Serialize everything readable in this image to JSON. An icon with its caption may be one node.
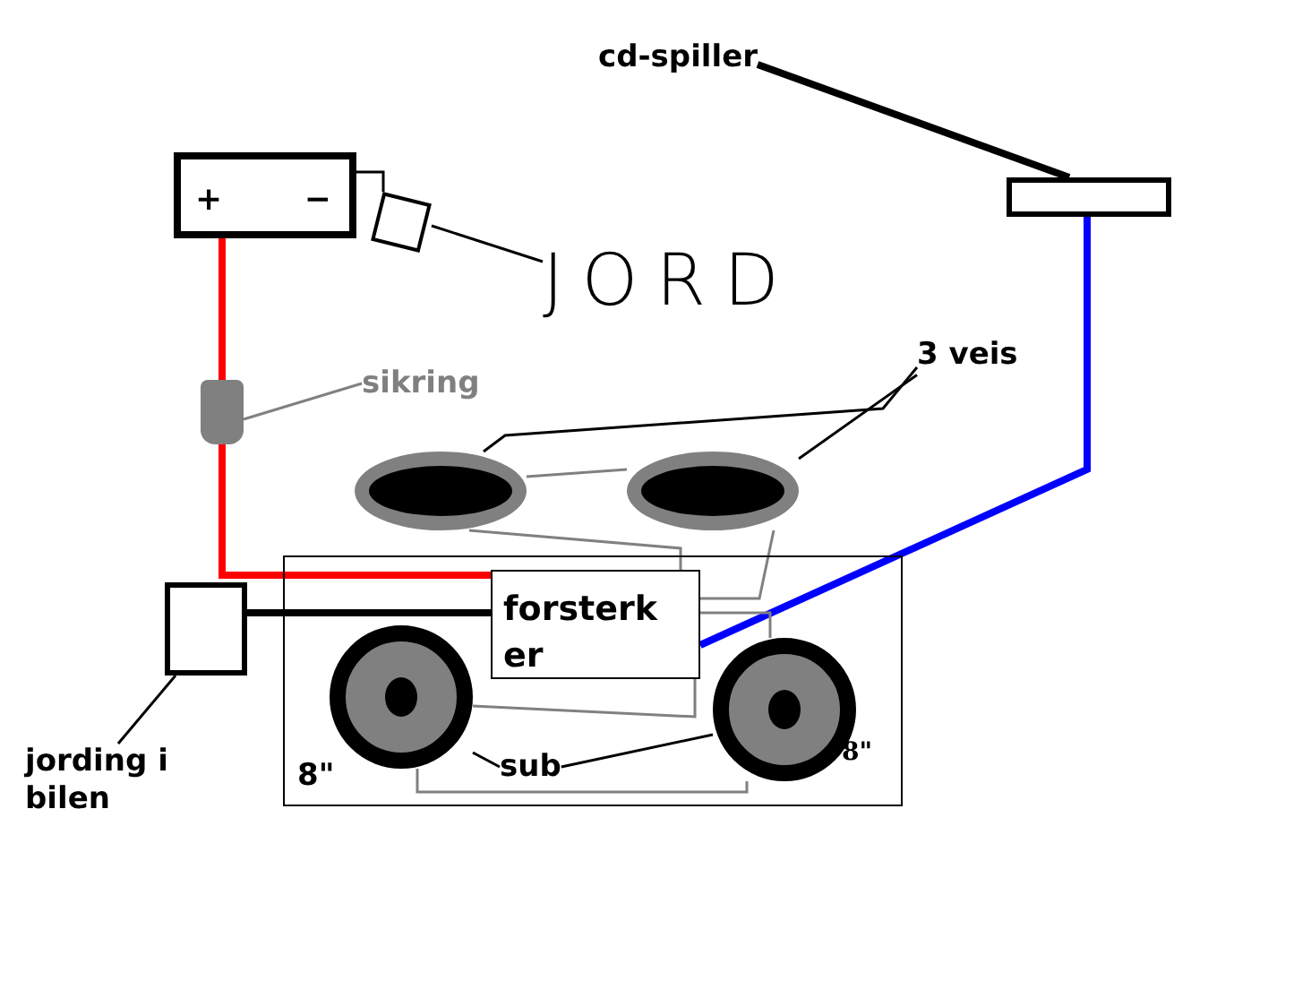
{
  "diagram": {
    "nodes": [
      {
        "text": [
          "+",
          "−"
        ]
      },
      {
        "text": [],
        "shape": "box"
      },
      {
        "text": [
          "JORD"
        ]
      },
      {
        "text": [],
        "shape": "cylinder"
      },
      {
        "text": [
          "sikring"
        ]
      },
      {
        "text": [
          "cd-spiller"
        ]
      },
      {
        "text": [],
        "shape": "box"
      },
      {
        "text": [
          "3 veis"
        ]
      },
      {
        "text": [],
        "shape": "ellipse"
      },
      {
        "text": [],
        "shape": "ellipse"
      },
      {
        "text": [],
        "shape": "box"
      },
      {
        "text": [
          "forsterker"
        ],
        "in": 10
      },
      {
        "text": [],
        "shape": "circle",
        "in": 10
      },
      {
        "text": [],
        "shape": "circle",
        "in": 10
      },
      {
        "text": [
          "sub"
        ],
        "in": 10
      },
      {
        "text": [],
        "shape": "box"
      },
      {
        "text": [
          "jording i bilen"
        ]
      }
    ],
    "edges": [
      {
        "from": 0,
        "to": 3,
        "arrow": "none",
        "style": "thick",
        "color": "#ff0000"
      },
      {
        "from": 3,
        "to": 11,
        "arrow": "none",
        "style": "thick",
        "color": "#ff0000"
      },
      {
        "from": 0,
        "to": 1,
        "arrow": "none"
      },
      {
        "from": 1,
        "to": 2,
        "arrow": "none"
      },
      {
        "from": 4,
        "to": 3,
        "arrow": "none",
        "color": "#808080"
      },
      {
        "from": 5,
        "to": 6,
        "arrow": "none",
        "style": "thick"
      },
      {
        "from": 6,
        "to": 11,
        "arrow": "none",
        "style": "thick",
        "color": "#0000ff"
      },
      {
        "from": 7,
        "to": 8,
        "arrow": "none"
      },
      {
        "from": 7,
        "to": 9,
        "arrow": "none"
      },
      {
        "from": 8,
        "to": 9,
        "arrow": "none",
        "color": "#808080"
      },
      {
        "from": 11,
        "to": 8,
        "arrow": "none",
        "color": "#808080"
      },
      {
        "from": 11,
        "to": 9,
        "arrow": "none",
        "color": "#808080"
      },
      {
        "from": 11,
        "to": 12,
        "arrow": "none",
        "color": "#808080"
      },
      {
        "from": 11,
        "to": 13,
        "arrow": "none",
        "color": "#808080"
      },
      {
        "from": 12,
        "to": 13,
        "arrow": "none",
        "color": "#808080"
      },
      {
        "from": 14,
        "to": 12,
        "arrow": "none"
      },
      {
        "from": 14,
        "to": 13,
        "arrow": "none"
      },
      {
        "from": 15,
        "to": 11,
        "arrow": "none",
        "style": "thick"
      },
      {
        "from": 16,
        "to": 15,
        "arrow": "none"
      }
    ],
    "labels": [
      "8\"",
      "8\""
    ]
  }
}
